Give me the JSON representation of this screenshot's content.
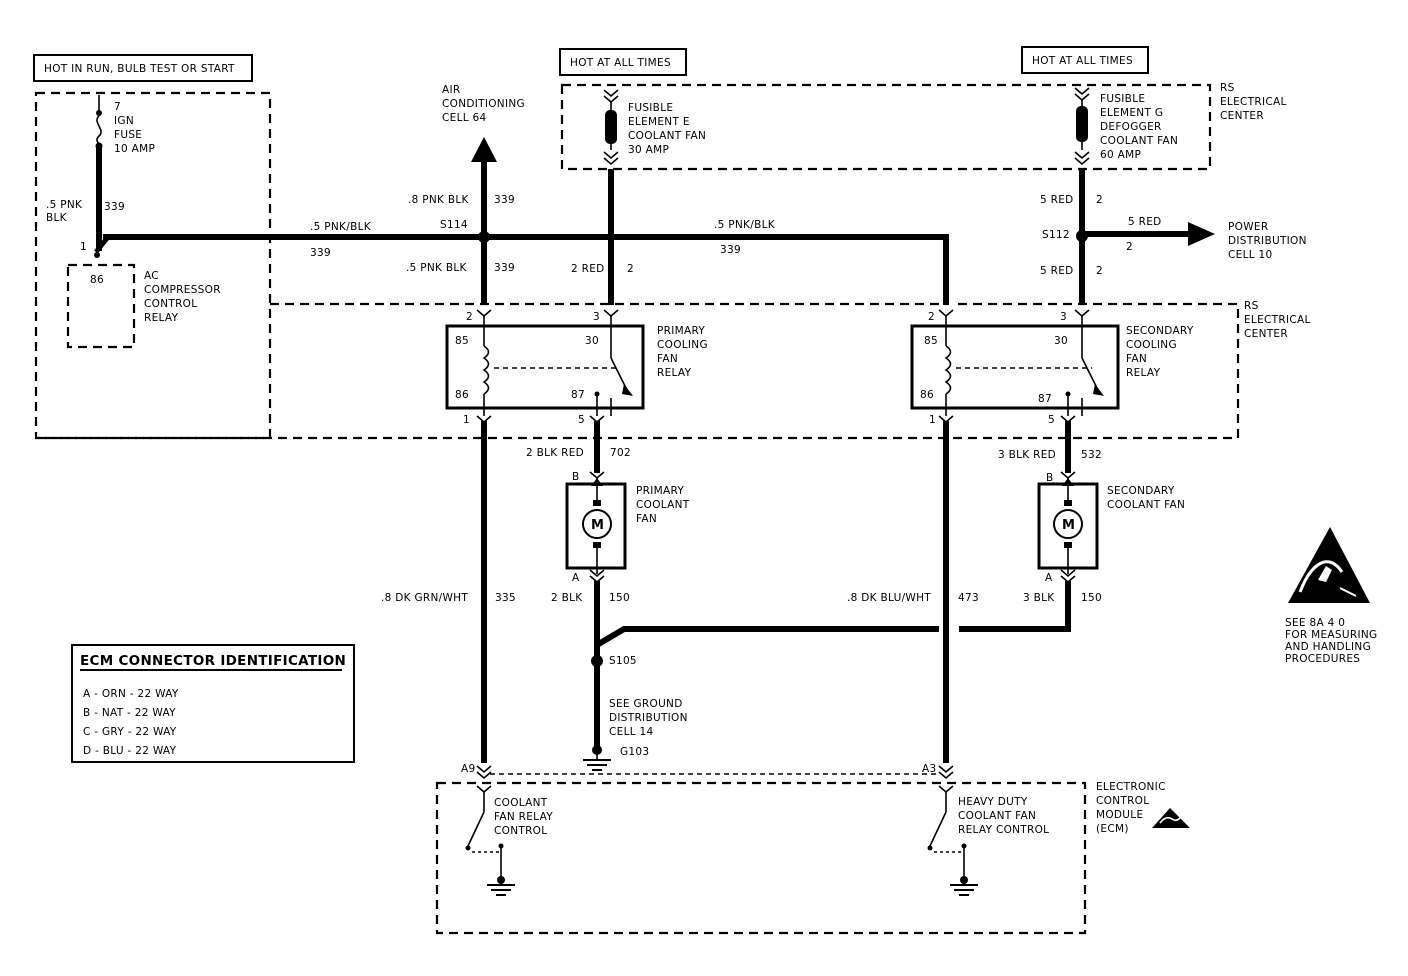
{
  "labels": {
    "hot_run": "HOT IN RUN, BULB TEST OR START",
    "hot_all1": "HOT AT ALL TIMES",
    "hot_all2": "HOT AT ALL TIMES",
    "fuse_num": "7",
    "fuse_ign": "IGN",
    "fuse_name": "FUSE",
    "fuse_amp": "10 AMP",
    "wire_339_left_color_a": ".5 PNK",
    "wire_339_left_color_b": "BLK",
    "wire_339_left_num": "339",
    "pin_1": "1",
    "pin_86": "86",
    "ac_relay_1": "AC",
    "ac_relay_2": "COMPRESSOR",
    "ac_relay_3": "CONTROL",
    "ac_relay_4": "RELAY",
    "h_wire_color1": ".5 PNK/BLK",
    "h_wire_num1": "339",
    "air_1": "AIR",
    "air_2": "CONDITIONING",
    "air_3": "CELL 64",
    "up_wire_color": ".8 PNK BLK",
    "up_wire_num": "339",
    "splice_s114": "S114",
    "down_wire_color": ".5 PNK BLK",
    "down_wire_num": "339",
    "fe_1": "FUSIBLE",
    "fe_2": "ELEMENT E",
    "fe_3": "COOLANT FAN",
    "fe_4": "30 AMP",
    "red_wire_color": "2 RED",
    "red_wire_num": "2",
    "h_wire_color2": ".5 PNK/BLK",
    "h_wire_num2": "339",
    "fg_1": "FUSIBLE",
    "fg_2": "ELEMENT G",
    "fg_3": "DEFOGGER",
    "fg_4": "COOLANT FAN",
    "fg_5": "60 AMP",
    "rs1_1": "RS",
    "rs1_2": "ELECTRICAL",
    "rs1_3": "CENTER",
    "red5_top_color": "5 RED",
    "red5_top_num": "2",
    "splice_s112": "S112",
    "red5_bot_color": "5 RED",
    "red5_bot_num": "2",
    "pd_wire_color": "5 RED",
    "pd_wire_num": "2",
    "pd_1": "POWER",
    "pd_2": "DISTRIBUTION",
    "pd_3": "CELL 10",
    "rs2_1": "RS",
    "rs2_2": "ELECTRICAL",
    "rs2_3": "CENTER",
    "pr_pin2": "2",
    "pr_pin3": "3",
    "pr_85": "85",
    "pr_30": "30",
    "pr_86": "86",
    "pr_87": "87",
    "pr_pin1": "1",
    "pr_pin5": "5",
    "pr_name_1": "PRIMARY",
    "pr_name_2": "COOLING",
    "pr_name_3": "FAN",
    "pr_name_4": "RELAY",
    "sr_pin2": "2",
    "sr_pin3": "3",
    "sr_85": "85",
    "sr_30": "30",
    "sr_86": "86",
    "sr_87": "87",
    "sr_pin1": "1",
    "sr_pin5": "5",
    "sr_name_1": "SECONDARY",
    "sr_name_2": "COOLING",
    "sr_name_3": "FAN",
    "sr_name_4": "RELAY",
    "pf_wire_color": "2 BLK RED",
    "pf_wire_num": "702",
    "pf_pin_b": "B",
    "pf_pin_a": "A",
    "pf_name_1": "PRIMARY",
    "pf_name_2": "COOLANT",
    "pf_name_3": "FAN",
    "pf_gnd_color": "2 BLK",
    "pf_gnd_num": "150",
    "sf_wire_color": "3 BLK RED",
    "sf_wire_num": "532",
    "sf_pin_b": "B",
    "sf_pin_a": "A",
    "sf_name_1": "SECONDARY",
    "sf_name_2": "COOLANT FAN",
    "sf_gnd_color": "3 BLK",
    "sf_gnd_num": "150",
    "motor": "M",
    "grn_color": ".8 DK GRN/WHT",
    "grn_num": "335",
    "blu_color": ".8 DK BLU/WHT",
    "blu_num": "473",
    "splice_s105": "S105",
    "gd_1": "SEE GROUND",
    "gd_2": "DISTRIBUTION",
    "gd_3": "CELL 14",
    "ground_g103": "G103",
    "pin_a9": "A9",
    "pin_a3": "A3",
    "ecm_c1_1": "COOLANT",
    "ecm_c1_2": "FAN RELAY",
    "ecm_c1_3": "CONTROL",
    "ecm_c2_1": "HEAVY DUTY",
    "ecm_c2_2": "COOLANT FAN",
    "ecm_c2_3": "RELAY CONTROL",
    "ecm_1": "ELECTRONIC",
    "ecm_2": "CONTROL",
    "ecm_3": "MODULE",
    "ecm_4": "(ECM)",
    "esd_1": "SEE 8A 4 0",
    "esd_2": "FOR MEASURING",
    "esd_3": "AND HANDLING",
    "esd_4": "PROCEDURES"
  },
  "ecm_table": {
    "title": "ECM CONNECTOR IDENTIFICATION",
    "rows": [
      "A - ORN - 22 WAY",
      "B - NAT - 22 WAY",
      "C - GRY - 22 WAY",
      "D - BLU - 22 WAY"
    ]
  }
}
